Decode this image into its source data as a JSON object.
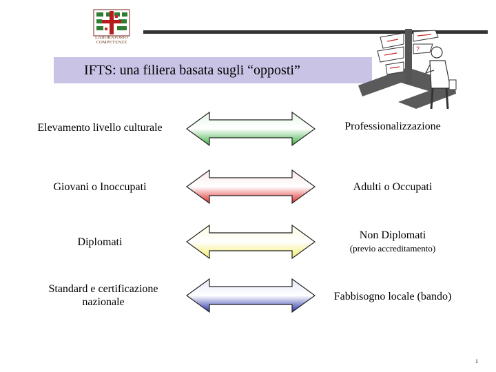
{
  "title": "IFTS: una filiera basata sugli “opposti”",
  "logo": {
    "text_line1": "LABORATORIO",
    "text_line2": "COMPETENZE"
  },
  "rows": [
    {
      "left": "Elevamento livello culturale",
      "right": "Professionalizzazione",
      "right_sub": "",
      "color": "#3cb043"
    },
    {
      "left": "Giovani o Inoccupati",
      "right": "Adulti o Occupati",
      "right_sub": "",
      "color": "#e02a2a"
    },
    {
      "left": "Diplomati",
      "right": "Non Diplomati",
      "right_sub": "(previo accreditamento)",
      "color": "#f4ee6a"
    },
    {
      "left": "Standard e certificazione\nnazionale",
      "right": "Fabbisogno locale (bando)",
      "right_sub": "",
      "color": "#2632a8"
    }
  ],
  "page_number": "1"
}
